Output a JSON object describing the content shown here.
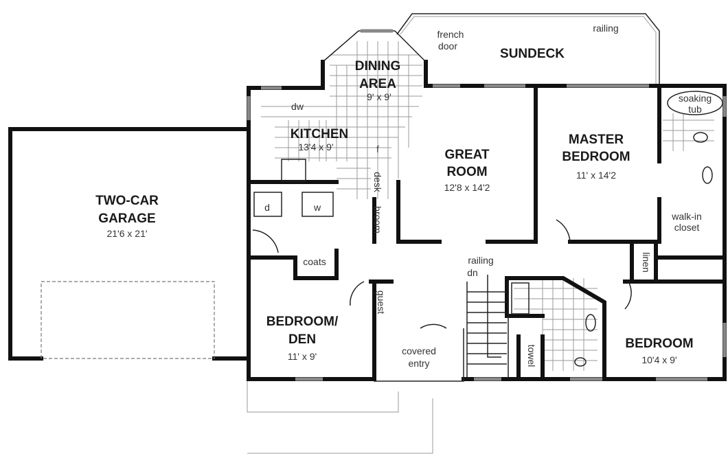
{
  "rooms": {
    "sundeck": {
      "name": "SUNDECK"
    },
    "dining": {
      "name_line1": "DINING",
      "name_line2": "AREA",
      "size": "9' x 9'"
    },
    "kitchen": {
      "name": "KITCHEN",
      "size": "13'4 x 9'"
    },
    "garage": {
      "name_line1": "TWO-CAR",
      "name_line2": "GARAGE",
      "size": "21'6 x 21'"
    },
    "great_room": {
      "name_line1": "GREAT",
      "name_line2": "ROOM",
      "size": "12'8 x 14'2"
    },
    "master": {
      "name_line1": "MASTER",
      "name_line2": "BEDROOM",
      "size": "11' x 14'2"
    },
    "den": {
      "name_line1": "BEDROOM/",
      "name_line2": "DEN",
      "size": "11' x 9'"
    },
    "entry": {
      "line1": "covered",
      "line2": "entry"
    },
    "bedroom": {
      "name": "BEDROOM",
      "size": "10'4 x 9'"
    }
  },
  "labels": {
    "french_door_1": "french",
    "french_door_2": "door",
    "railing_deck": "railing",
    "railing_stair": "railing",
    "down": "dn",
    "dishwasher": "dw",
    "dryer": "d",
    "washer": "w",
    "fridge": "f",
    "desk": "desk",
    "broom": "broom",
    "coats": "coats",
    "guest": "guest",
    "linen": "linen",
    "towel": "towel",
    "soaking_1": "soaking",
    "soaking_2": "tub",
    "closet_1": "walk-in",
    "closet_2": "closet"
  }
}
